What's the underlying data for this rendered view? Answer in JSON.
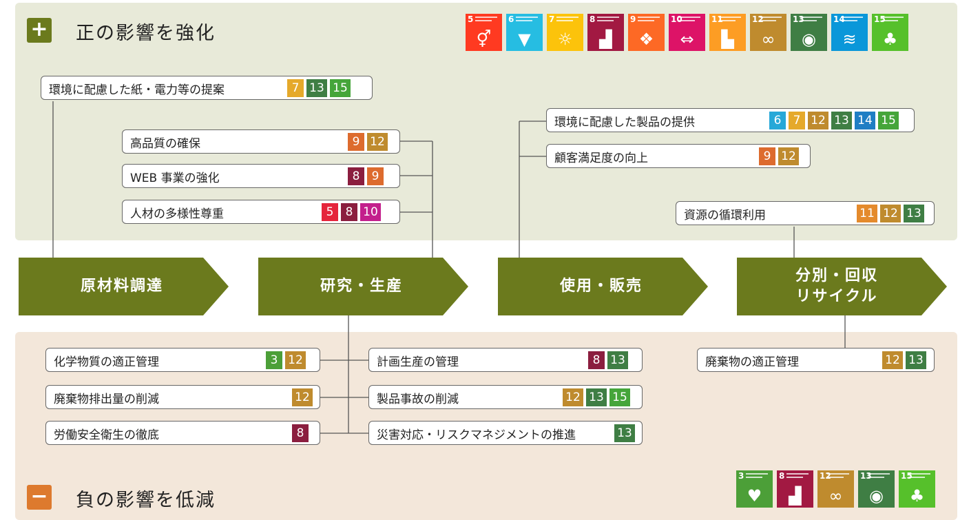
{
  "colors": {
    "stage_green": "#6b7a1d",
    "sdg": {
      "3": "#4c9f38",
      "5": "#ff3a21",
      "6": "#26bde2",
      "7": "#fcc30b",
      "8": "#a21942",
      "9": "#fd6925",
      "10": "#dd1367",
      "11": "#fd9d24",
      "12": "#bf8b2e",
      "13": "#3f7e44",
      "14": "#0a97d9",
      "15": "#56c02b"
    },
    "chip": {
      "3": "#4c9f38",
      "5": "#e5243b",
      "6": "#26a8d8",
      "7": "#e5a92b",
      "8": "#8b1e3f",
      "9": "#dd6b2e",
      "10": "#c31f8c",
      "11": "#e48a2c",
      "12": "#bf8b2e",
      "13": "#3f7e44",
      "14": "#1f7ec4",
      "15": "#45a53a"
    }
  },
  "positive": {
    "sign": "+",
    "title": "正の影響を強化",
    "sdg_icons": [
      {
        "num": "5",
        "icon": "gender-equality-icon",
        "glyph": "⚥"
      },
      {
        "num": "6",
        "icon": "water-drop-icon",
        "glyph": "▼"
      },
      {
        "num": "7",
        "icon": "sun-icon",
        "glyph": "☼"
      },
      {
        "num": "8",
        "icon": "growth-chart-icon",
        "glyph": "▟"
      },
      {
        "num": "9",
        "icon": "cubes-icon",
        "glyph": "❖"
      },
      {
        "num": "10",
        "icon": "equality-arrows-icon",
        "glyph": "⇔"
      },
      {
        "num": "11",
        "icon": "city-buildings-icon",
        "glyph": "▙"
      },
      {
        "num": "12",
        "icon": "infinity-icon",
        "glyph": "∞"
      },
      {
        "num": "13",
        "icon": "eye-earth-icon",
        "glyph": "◉"
      },
      {
        "num": "14",
        "icon": "fish-waves-icon",
        "glyph": "≋"
      },
      {
        "num": "15",
        "icon": "tree-land-icon",
        "glyph": "♣"
      }
    ],
    "items": [
      {
        "label": "環境に配慮した紙・電力等の提案",
        "chips": [
          "7",
          "13",
          "15"
        ]
      },
      {
        "label": "高品質の確保",
        "chips": [
          "9",
          "12"
        ]
      },
      {
        "label": "WEB 事業の強化",
        "chips": [
          "8",
          "9"
        ]
      },
      {
        "label": "人材の多様性尊重",
        "chips": [
          "5",
          "8",
          "10"
        ]
      },
      {
        "label": "環境に配慮した製品の提供",
        "chips": [
          "6",
          "7",
          "12",
          "13",
          "14",
          "15"
        ]
      },
      {
        "label": "顧客満足度の向上",
        "chips": [
          "9",
          "12"
        ]
      },
      {
        "label": "資源の循環利用",
        "chips": [
          "11",
          "12",
          "13"
        ]
      }
    ]
  },
  "stages": [
    {
      "line1": "原材料調達",
      "line2": ""
    },
    {
      "line1": "研究・生産",
      "line2": ""
    },
    {
      "line1": "使用・販売",
      "line2": ""
    },
    {
      "line1": "分別・回収",
      "line2": "リサイクル"
    }
  ],
  "negative": {
    "sign": "−",
    "title": "負の影響を低減",
    "sdg_icons": [
      {
        "num": "3",
        "icon": "heartbeat-icon",
        "glyph": "♥"
      },
      {
        "num": "8",
        "icon": "growth-chart-icon",
        "glyph": "▟"
      },
      {
        "num": "12",
        "icon": "infinity-icon",
        "glyph": "∞"
      },
      {
        "num": "13",
        "icon": "eye-earth-icon",
        "glyph": "◉"
      },
      {
        "num": "15",
        "icon": "tree-land-icon",
        "glyph": "♣"
      }
    ],
    "items": [
      {
        "label": "化学物質の適正管理",
        "chips": [
          "3",
          "12"
        ]
      },
      {
        "label": "廃棄物排出量の削減",
        "chips": [
          "12"
        ]
      },
      {
        "label": "労働安全衛生の徹底",
        "chips": [
          "8"
        ]
      },
      {
        "label": "計画生産の管理",
        "chips": [
          "8",
          "13"
        ]
      },
      {
        "label": "製品事故の削減",
        "chips": [
          "12",
          "13",
          "15"
        ]
      },
      {
        "label": "災害対応・リスクマネジメントの推進",
        "chips": [
          "13"
        ]
      },
      {
        "label": "廃棄物の適正管理",
        "chips": [
          "12",
          "13"
        ]
      }
    ]
  }
}
